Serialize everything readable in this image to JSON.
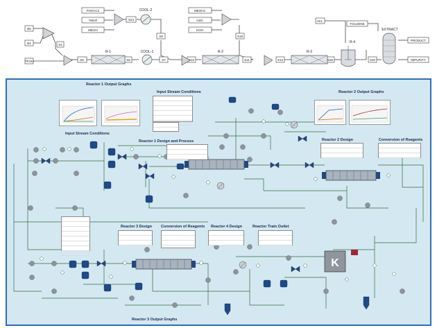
{
  "top_flowsheet": {
    "streams": {
      "b5": "B5",
      "b4": "B4",
      "tfoh": "TFOH",
      "s4": "S4",
      "s5": "S5",
      "s6": "S6",
      "s7": "S7",
      "phoac2": "PHOAC2",
      "tmof": "TMOF",
      "meoh": "MEOH",
      "s24": "S24",
      "s9": "S9",
      "s10": "S10",
      "meoh2": "MEOH2",
      "h2o": "H2O",
      "koh": "KOH",
      "s19": "S19",
      "s11": "S11",
      "s12": "S12",
      "hcl": "HCL",
      "s26": "S26",
      "s20": "S20",
      "toluene": "TOLUENE",
      "product": "PRODUCT",
      "impurity": "IMPURITY"
    },
    "blocks": {
      "r1": "R-1",
      "cool1": "COOL-1",
      "cool2": "COOL-2",
      "r2": "R-2",
      "r3": "R-3",
      "r4": "R-4",
      "extract": "EXTRACT"
    }
  },
  "panel": {
    "titles": {
      "r1_graphs": "Reactor 1 Output Graphs",
      "input_cond_top": "Input Stream Conditions",
      "r2_graphs": "Reactor 2 Output Graphs",
      "input_cond_left": "Input Stream Conditions",
      "r1_design": "Reactor 1 Design and Process",
      "r2_design": "Reactor 2 Design",
      "conv_top": "Conversion of Reagents",
      "r3_design": "Reactor 3 Design",
      "conv_mid": "Conversion of Reagents",
      "r4_design": "Reactor 4 Design",
      "train_outlet": "Reactor Train Outlet",
      "r3_graphs": "Reactor 3 Output Graphs"
    },
    "k_label": "K"
  },
  "colors": {
    "panel_bg": "#d4e8f2",
    "panel_border": "#2c6fb0",
    "valve": "#24487c",
    "pipe": "#2e6e3a",
    "accent_red": "#a3243a"
  }
}
